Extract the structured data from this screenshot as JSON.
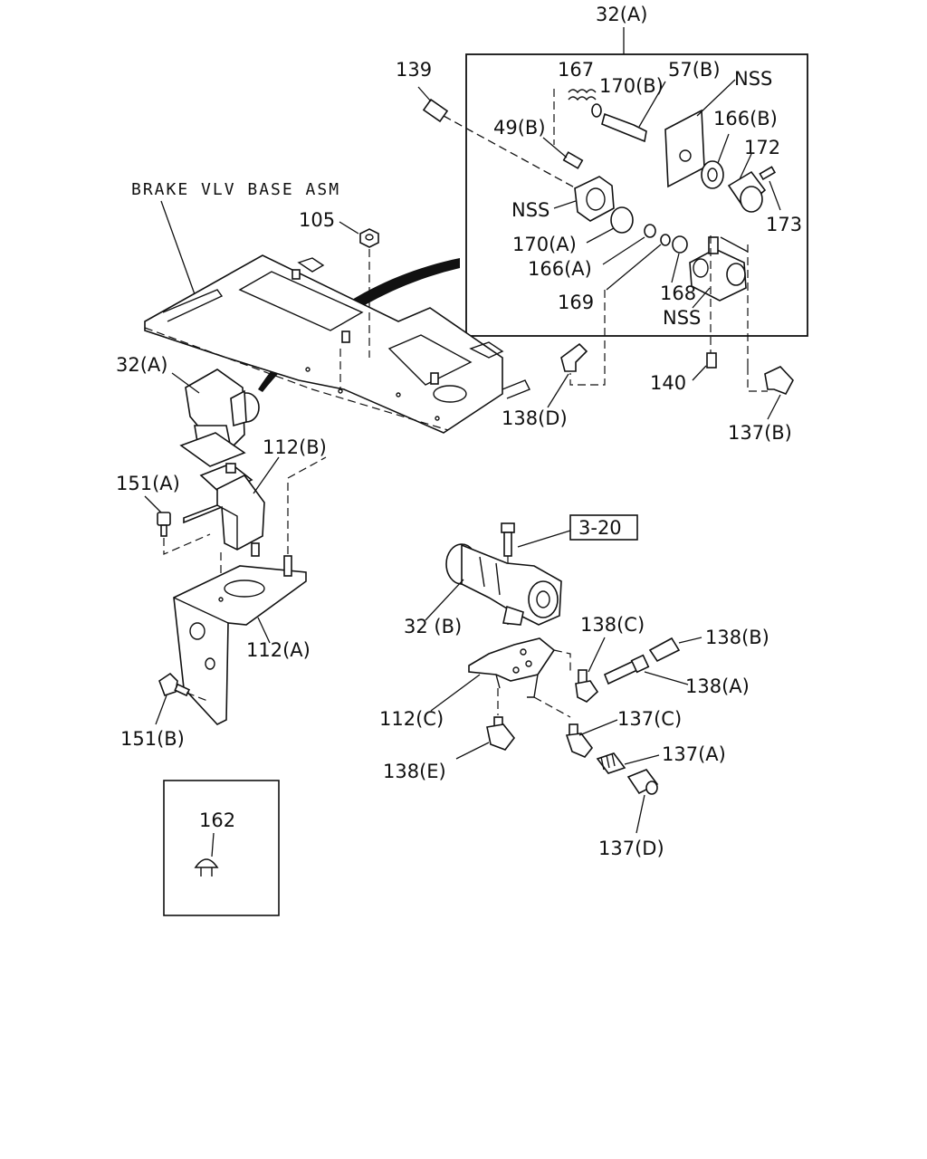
{
  "labels": {
    "l_32A_top": "32(A)",
    "l_139": "139",
    "l_167": "167",
    "l_170B": "170(B)",
    "l_57B": "57(B)",
    "l_NSS_1": "NSS",
    "l_49B": "49(B)",
    "l_166B": "166(B)",
    "l_172": "172",
    "l_173": "173",
    "l_NSS_2": "NSS",
    "l_170A": "170(A)",
    "l_166A": "166(A)",
    "l_169": "169",
    "l_168": "168",
    "l_NSS_3": "NSS",
    "l_140": "140",
    "l_138D": "138(D)",
    "l_137B": "137(B)",
    "l_brake": "BRAKE VLV BASE ASM",
    "l_105": "105",
    "l_32A": "32(A)",
    "l_112B": "112(B)",
    "l_151A": "151(A)",
    "l_112A": "112(A)",
    "l_151B": "151(B)",
    "l_ref": "3-20",
    "l_32B": "32 (B)",
    "l_138C": "138(C)",
    "l_138B": "138(B)",
    "l_138A": "138(A)",
    "l_112C": "112(C)",
    "l_137C": "137(C)",
    "l_137A": "137(A)",
    "l_138E": "138(E)",
    "l_137D": "137(D)",
    "l_162": "162"
  }
}
